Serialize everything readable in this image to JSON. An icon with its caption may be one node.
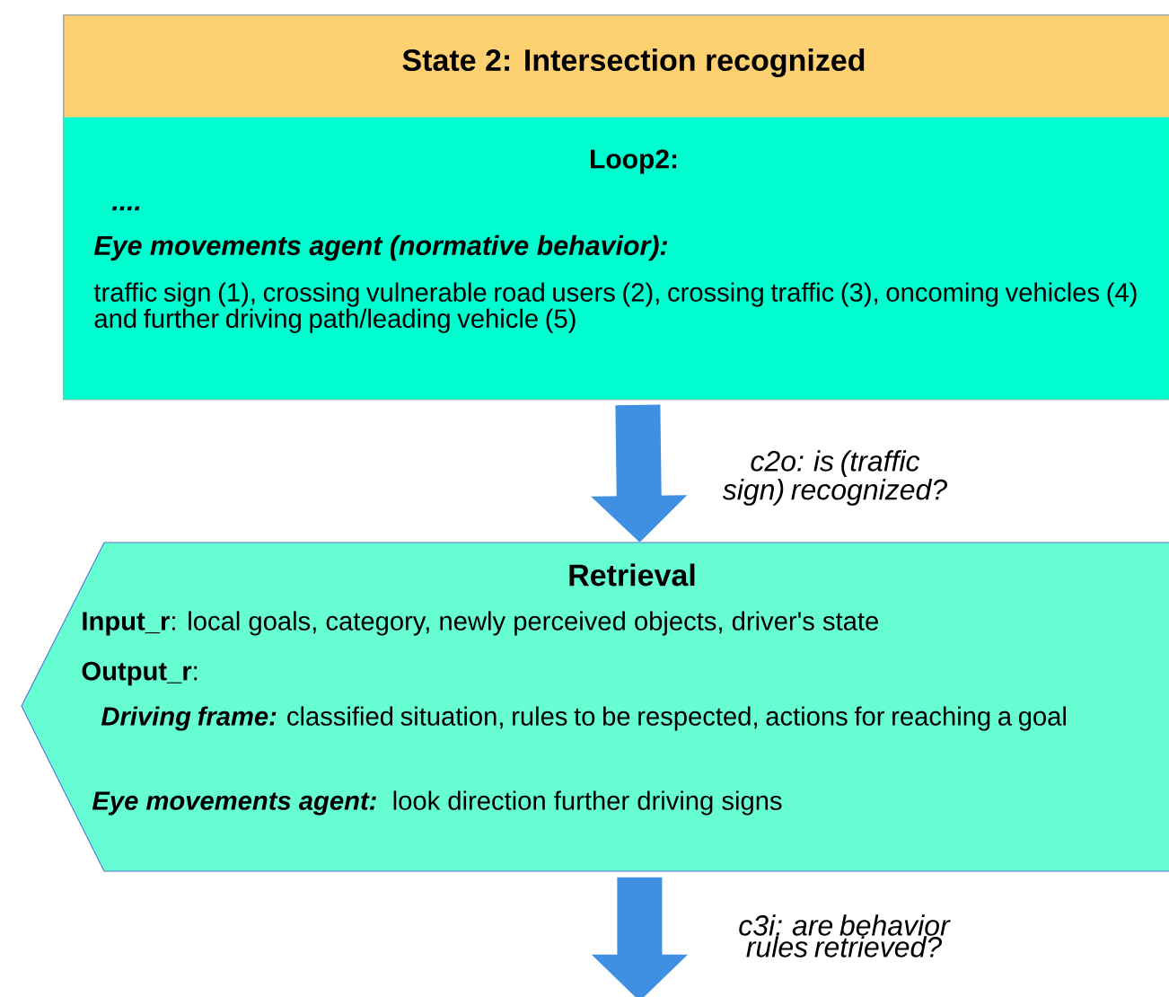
{
  "diagram": {
    "nodes": [
      {
        "text": [
          "State 2: Intersection recognized"
        ]
      },
      {
        "text": [
          "Loop2:",
          "....",
          "Eye movements agent (normative behavior):",
          "traffic sign (1), crossing vulnerable road users (2), crossing traffic (3), oncoming vehicles (4) and further driving path/leading vehicle (5)"
        ],
        "in": 0
      },
      {
        "text": [
          "Retrieval",
          "**Input_r**: local goals, category, newly perceived objects, driver's state",
          "**Output_r**:",
          "Driving frame:",
          "classified situation, rules to be respected, actions for reaching a goal",
          "Eye movements agent:",
          "look direction further driving signs"
        ]
      }
    ],
    "edges": [
      {
        "from": 1,
        "to": 2,
        "arrow": "to",
        "label": "c2o: is (traffic sign) recognized?"
      },
      {
        "from": 2,
        "to": null,
        "arrow": "to",
        "label": "c3i: are behavior rules retrieved?"
      }
    ]
  }
}
